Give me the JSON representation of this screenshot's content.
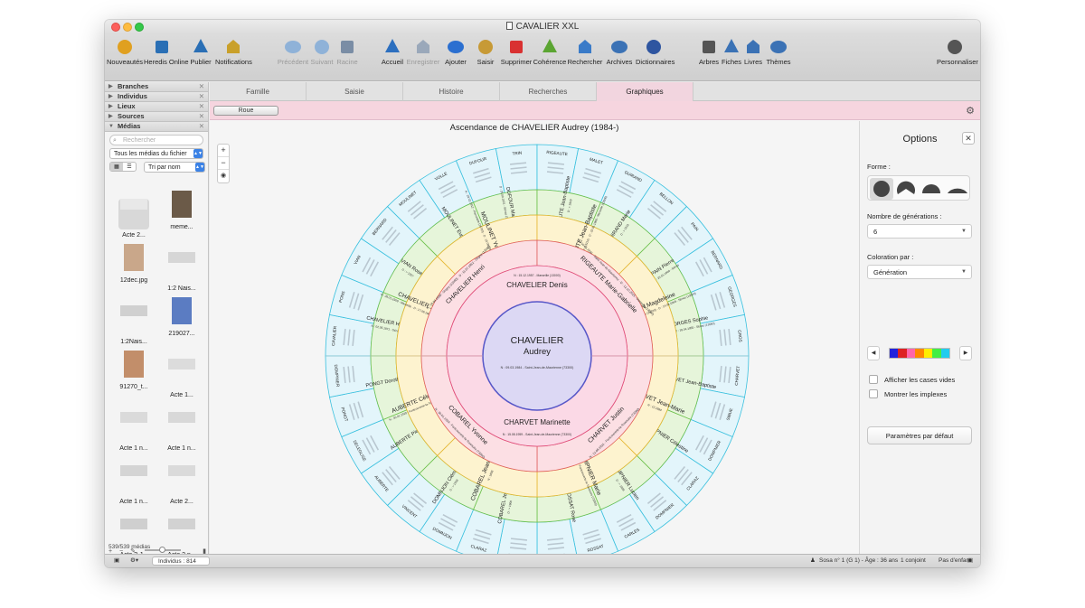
{
  "window": {
    "title": "CAVALIER XXL"
  },
  "toolbar": {
    "buttons": [
      {
        "label": "Nouveautés",
        "icon": "nouveautes-icon",
        "color": "#e0a020"
      },
      {
        "label": "Heredis Online",
        "icon": "heredis-online-icon",
        "color": "#2a6fb5"
      },
      {
        "label": "Publier",
        "icon": "publier-icon",
        "color": "#2a6fb5"
      },
      {
        "label": "Notifications",
        "icon": "notifications-icon",
        "color": "#c9a02a"
      },
      {
        "label": "Précédent",
        "icon": "previous-arrow-icon",
        "color": "#8fb2d8"
      },
      {
        "label": "Suivant",
        "icon": "next-arrow-icon",
        "color": "#8fb2d8"
      },
      {
        "label": "Racine",
        "icon": "root-person-icon",
        "color": "#7a8da5"
      },
      {
        "label": "Accueil",
        "icon": "home-icon",
        "color": "#2c6fbf"
      },
      {
        "label": "Enregistrer",
        "icon": "save-icon",
        "color": "#9aa8ba"
      },
      {
        "label": "Ajouter",
        "icon": "add-icon",
        "color": "#2b6fd0"
      },
      {
        "label": "Saisir",
        "icon": "edit-icon",
        "color": "#c79a36"
      },
      {
        "label": "Supprimer",
        "icon": "delete-icon",
        "color": "#d93131"
      },
      {
        "label": "Cohérence",
        "icon": "coherence-icon",
        "color": "#5ba532"
      },
      {
        "label": "Rechercher",
        "icon": "search-icon",
        "color": "#3a7bc8"
      },
      {
        "label": "Archives",
        "icon": "archives-icon",
        "color": "#3b72b5"
      },
      {
        "label": "Dictionnaires",
        "icon": "dictionary-icon",
        "color": "#2e55a0"
      },
      {
        "label": "Arbres",
        "icon": "tree-icon",
        "color": "#555555"
      },
      {
        "label": "Fiches",
        "icon": "fiches-icon",
        "color": "#3b72b5"
      },
      {
        "label": "Livres",
        "icon": "books-icon",
        "color": "#3b72b5"
      },
      {
        "label": "Thèmes",
        "icon": "themes-icon",
        "color": "#3b72b5"
      },
      {
        "label": "Personnaliser",
        "icon": "customize-icon",
        "color": "#555555"
      }
    ]
  },
  "sidebar": {
    "sections": [
      {
        "label": "Branches",
        "icon": "triangle-right-icon"
      },
      {
        "label": "Individus",
        "icon": "triangle-right-icon"
      },
      {
        "label": "Lieux",
        "icon": "triangle-right-icon"
      },
      {
        "label": "Sources",
        "icon": "triangle-right-icon"
      },
      {
        "label": "Médias",
        "icon": "triangle-down-icon"
      }
    ],
    "search_placeholder": "Rechercher",
    "filter_select": "Tous les médias du fichier",
    "sort_select": "Tri par nom",
    "media": [
      {
        "label": "Acte 2..."
      },
      {
        "label": "meme..."
      },
      {
        "label": "12dec.jpg"
      },
      {
        "label": "1:2 Nais..."
      },
      {
        "label": "1:2Nais..."
      },
      {
        "label": "219027..."
      },
      {
        "label": "91270_t..."
      },
      {
        "label": "Acte 1..."
      },
      {
        "label": "Acte 1 n..."
      },
      {
        "label": "Acte 1 n..."
      },
      {
        "label": "Acte 1 n..."
      },
      {
        "label": "Acte 2..."
      },
      {
        "label": "Acte 2 J..."
      },
      {
        "label": "Acte 2 n..."
      }
    ],
    "media_count": "539/539 médias"
  },
  "tabs": [
    "Famille",
    "Saisie",
    "Histoire",
    "Recherches",
    "Graphiques"
  ],
  "active_tab": "Graphiques",
  "chart_toolbar": {
    "roue_label": "Roue"
  },
  "chart": {
    "title": "Ascendance de CHAVELIER Audrey (1984-)",
    "center": {
      "surname": "CHAVELIER",
      "given": "Audrey",
      "info": "N : 09.03.1984 - Saint-Jean-de-Maurienne (73300)"
    },
    "gen1": [
      {
        "name": "CHAVELIER Denis",
        "info": "N : 15.12.1957 - Marseille (13000)"
      },
      {
        "name": "CHARVET Marinette",
        "info": "N : 15.08.1959 - Saint-Jean-de-Maurienne (73300)"
      }
    ],
    "gen2": [
      {
        "name": "CHAVELIER Henri",
        "info": "N : 18.04.1930 - Origny (13580) · D : 11.07.1962 - Origny (13580)"
      },
      {
        "name": "RIGEAUTE Marie-Gabrielle",
        "info": "N : 10.01.1931 - Saint-Jean-de-Maurienne · D : 12.10.2015 - Marseille (13000)"
      },
      {
        "name": "CHARVET Justin",
        "info": "N : 12.09.1921 - Fontcouverte-la-Toussuire (73300)"
      },
      {
        "name": "COBAREL Yvonne",
        "info": "N : 30.01.1929 - Fontcouverte-la-Toussuire (73300)"
      }
    ],
    "gen3": [
      {
        "name": "CHAVELIER Jean",
        "info": "N : 26.01.1909 - Marseille · D : 17.09.1960 - Marseille (13000)"
      },
      {
        "name": "MOULINET Yvonne",
        "info": "N : 28.02.1912 - Pierrelatte (26700) · D : 16.08.1993 - Vernet-la-Varenne (63580)"
      },
      {
        "name": "RIGEAUTE Jean-Baptiste",
        "info": "N : 07.04.1891 - Puyloubier (13114) · D : 25.01.1968 - Marseille (13000)"
      },
      {
        "name": "PAIN Magdeleine",
        "info": "N : 10.07.1894 - Ancône (26200) · D : 14.08.1968 - Sénas (13560)"
      },
      {
        "name": "CHARVET Jean-Marie",
        "info": "N : 12.1884"
      },
      {
        "name": "DOMPNIER Marie",
        "info": "N : 12.09.1921 - Fontcouverte-la-Toussuire (73300)"
      },
      {
        "name": "COBAREL Jean-Pierre",
        "info": "N : 1898"
      },
      {
        "name": "AUBERTE Célestine",
        "info": "N : 30.01.1929 - Fontcouverte-la-Toussuire (73300)"
      }
    ],
    "gen4": [
      {
        "name": "CHAVELIER Henri",
        "info": "N : 02.05.1871 - Sénas"
      },
      {
        "name": "VIAN Rose",
        "info": "D : > 1927"
      },
      {
        "name": "MOULINET Eugène",
        "info": ""
      },
      {
        "name": "DUFOUR Marie",
        "info": "D : 28.09.1931 - Sénas (13560)"
      },
      {
        "name": "RIGEAUTE Jean-Baptiste",
        "info": "D : < 1919"
      },
      {
        "name": "GUIRAND Marie",
        "info": "D : > 1919"
      },
      {
        "name": "PAIN Pierre",
        "info": "N : 25.01.1860 - Sénas"
      },
      {
        "name": "GEORGES Sophie",
        "info": "N : 1866 · D : 18.04.1955 - Sénas (13560)"
      },
      {
        "name": "CHARVET Jean-Baptiste",
        "info": ""
      },
      {
        "name": "DOMPNIER Célestine",
        "info": ""
      },
      {
        "name": "DOMPNIER Lucien",
        "info": "D : > 1908"
      },
      {
        "name": "ROSSAT Rose",
        "info": ""
      },
      {
        "name": "COBAREL Jean",
        "info": "D : > 1908"
      },
      {
        "name": "DOMNJON Clémentine",
        "info": "D : > 1908"
      },
      {
        "name": "AUBERTE Pierre",
        "info": ""
      },
      {
        "name": "PONGT Dorothée",
        "info": ""
      }
    ],
    "gen5": [
      "CAVALIER",
      "PONS",
      "VIAN",
      "BERNARD",
      "MOULINET",
      "VOLLE",
      "DUFOUR",
      "TRIN",
      "RIGEAUTE",
      "MALET",
      "GUIRAND",
      "BELLON",
      "PAIN",
      "BERNARD",
      "GEORGES",
      "GROS",
      "CHARVET",
      "SIBUE",
      "DOMPNIER",
      "CLARAZ",
      "DOMPNIER",
      "CARLES",
      "ROSSAT",
      "MIQUET",
      "COBAREL",
      "CLARAZ",
      "DOMNJON",
      "VINCENT",
      "AUBERTE",
      "DELEGLISE",
      "PONGT",
      "DOMPNIER"
    ]
  },
  "options": {
    "title": "Options",
    "forme_label": "Forme :",
    "generations_label": "Nombre de générations :",
    "generations_value": "6",
    "coloration_label": "Coloration par :",
    "coloration_value": "Génération",
    "palette": [
      "#2222dd",
      "#dd2222",
      "#ff66aa",
      "#ff8800",
      "#ffee00",
      "#44ee44",
      "#22ccee"
    ],
    "show_empty_label": "Afficher les cases vides",
    "show_implexes_label": "Montrer les implexes",
    "default_button": "Paramètres par défaut"
  },
  "statusbar": {
    "individus": "Individus : 814",
    "sosa": "Sosa n° 1 (G 1) - Âge : 36 ans",
    "conjoint": "1 conjoint",
    "enfant": "Pas d'enfant"
  }
}
